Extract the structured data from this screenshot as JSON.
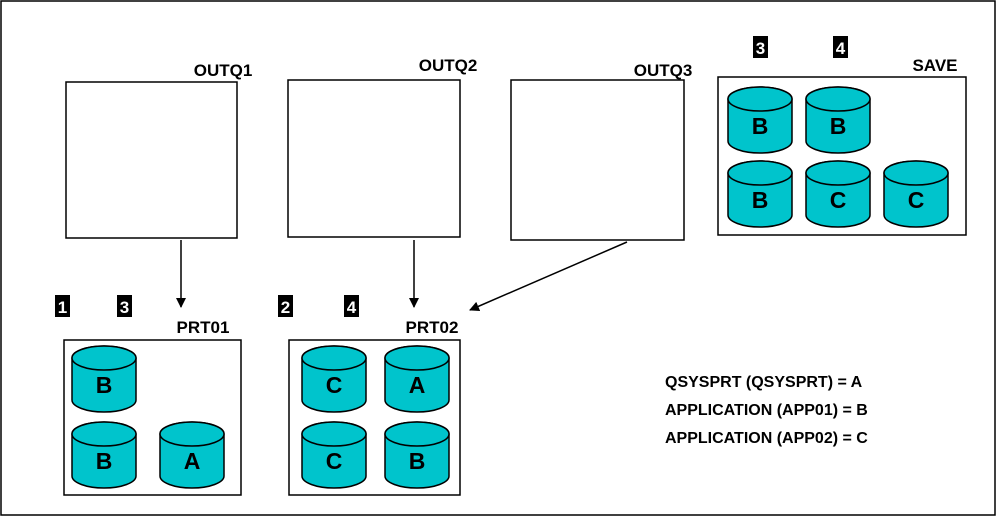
{
  "colors": {
    "cylinder_fill": "#00c4cc",
    "stroke": "#000000",
    "badge": "#000000"
  },
  "queues": {
    "outq1": {
      "label": "OUTQ1"
    },
    "outq2": {
      "label": "OUTQ2"
    },
    "outq3": {
      "label": "OUTQ3"
    },
    "save": {
      "label": "SAVE",
      "badges": [
        "3",
        "4"
      ],
      "files": [
        "B",
        "B",
        "B",
        "C",
        "C"
      ]
    }
  },
  "printers": {
    "prt01": {
      "label": "PRT01",
      "badges": [
        "1",
        "3"
      ],
      "files": [
        "B",
        "B",
        "A"
      ]
    },
    "prt02": {
      "label": "PRT02",
      "badges": [
        "2",
        "4"
      ],
      "files": [
        "C",
        "A",
        "C",
        "B"
      ]
    }
  },
  "legend": [
    "QSYSPRT (QSYSPRT) = A",
    "APPLICATION (APP01) = B",
    "APPLICATION (APP02) = C"
  ]
}
